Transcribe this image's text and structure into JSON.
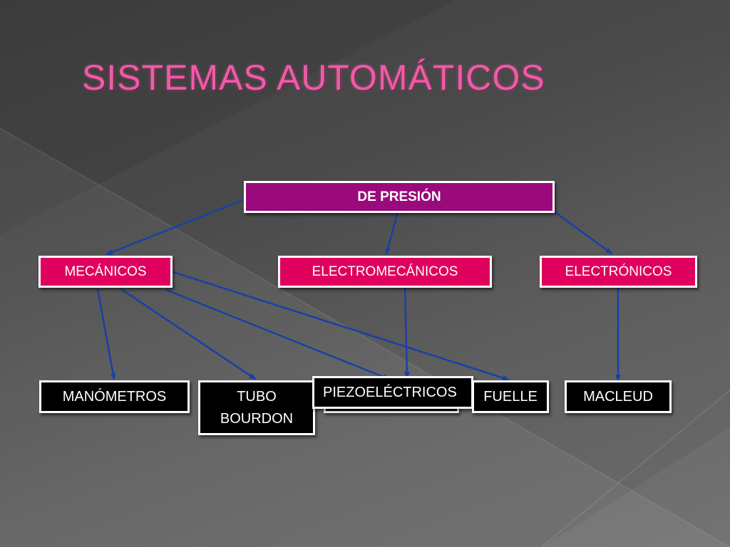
{
  "slide": {
    "title": "SISTEMAS AUTOMÁTICOS"
  },
  "diagram": {
    "root": {
      "label": "DE PRESIÓN"
    },
    "categories": [
      {
        "label": "MECÁNICOS"
      },
      {
        "label": "ELECTROMECÁNICOS"
      },
      {
        "label": "ELECTRÓNICOS"
      }
    ],
    "devices": [
      {
        "label": "MANÓMETROS"
      },
      {
        "label_line1": "TUBO",
        "label_line2": "BOURDON"
      },
      {
        "label": "PIEZOELÉCTRICOS"
      },
      {
        "label": "FUELLE"
      },
      {
        "label": "MACLEUD"
      }
    ]
  },
  "colors": {
    "title": "#f05aa8",
    "root_fill": "#9a0a7a",
    "category_fill": "#e0005e",
    "device_fill": "#000000",
    "arrow": "#1a3fa8"
  }
}
